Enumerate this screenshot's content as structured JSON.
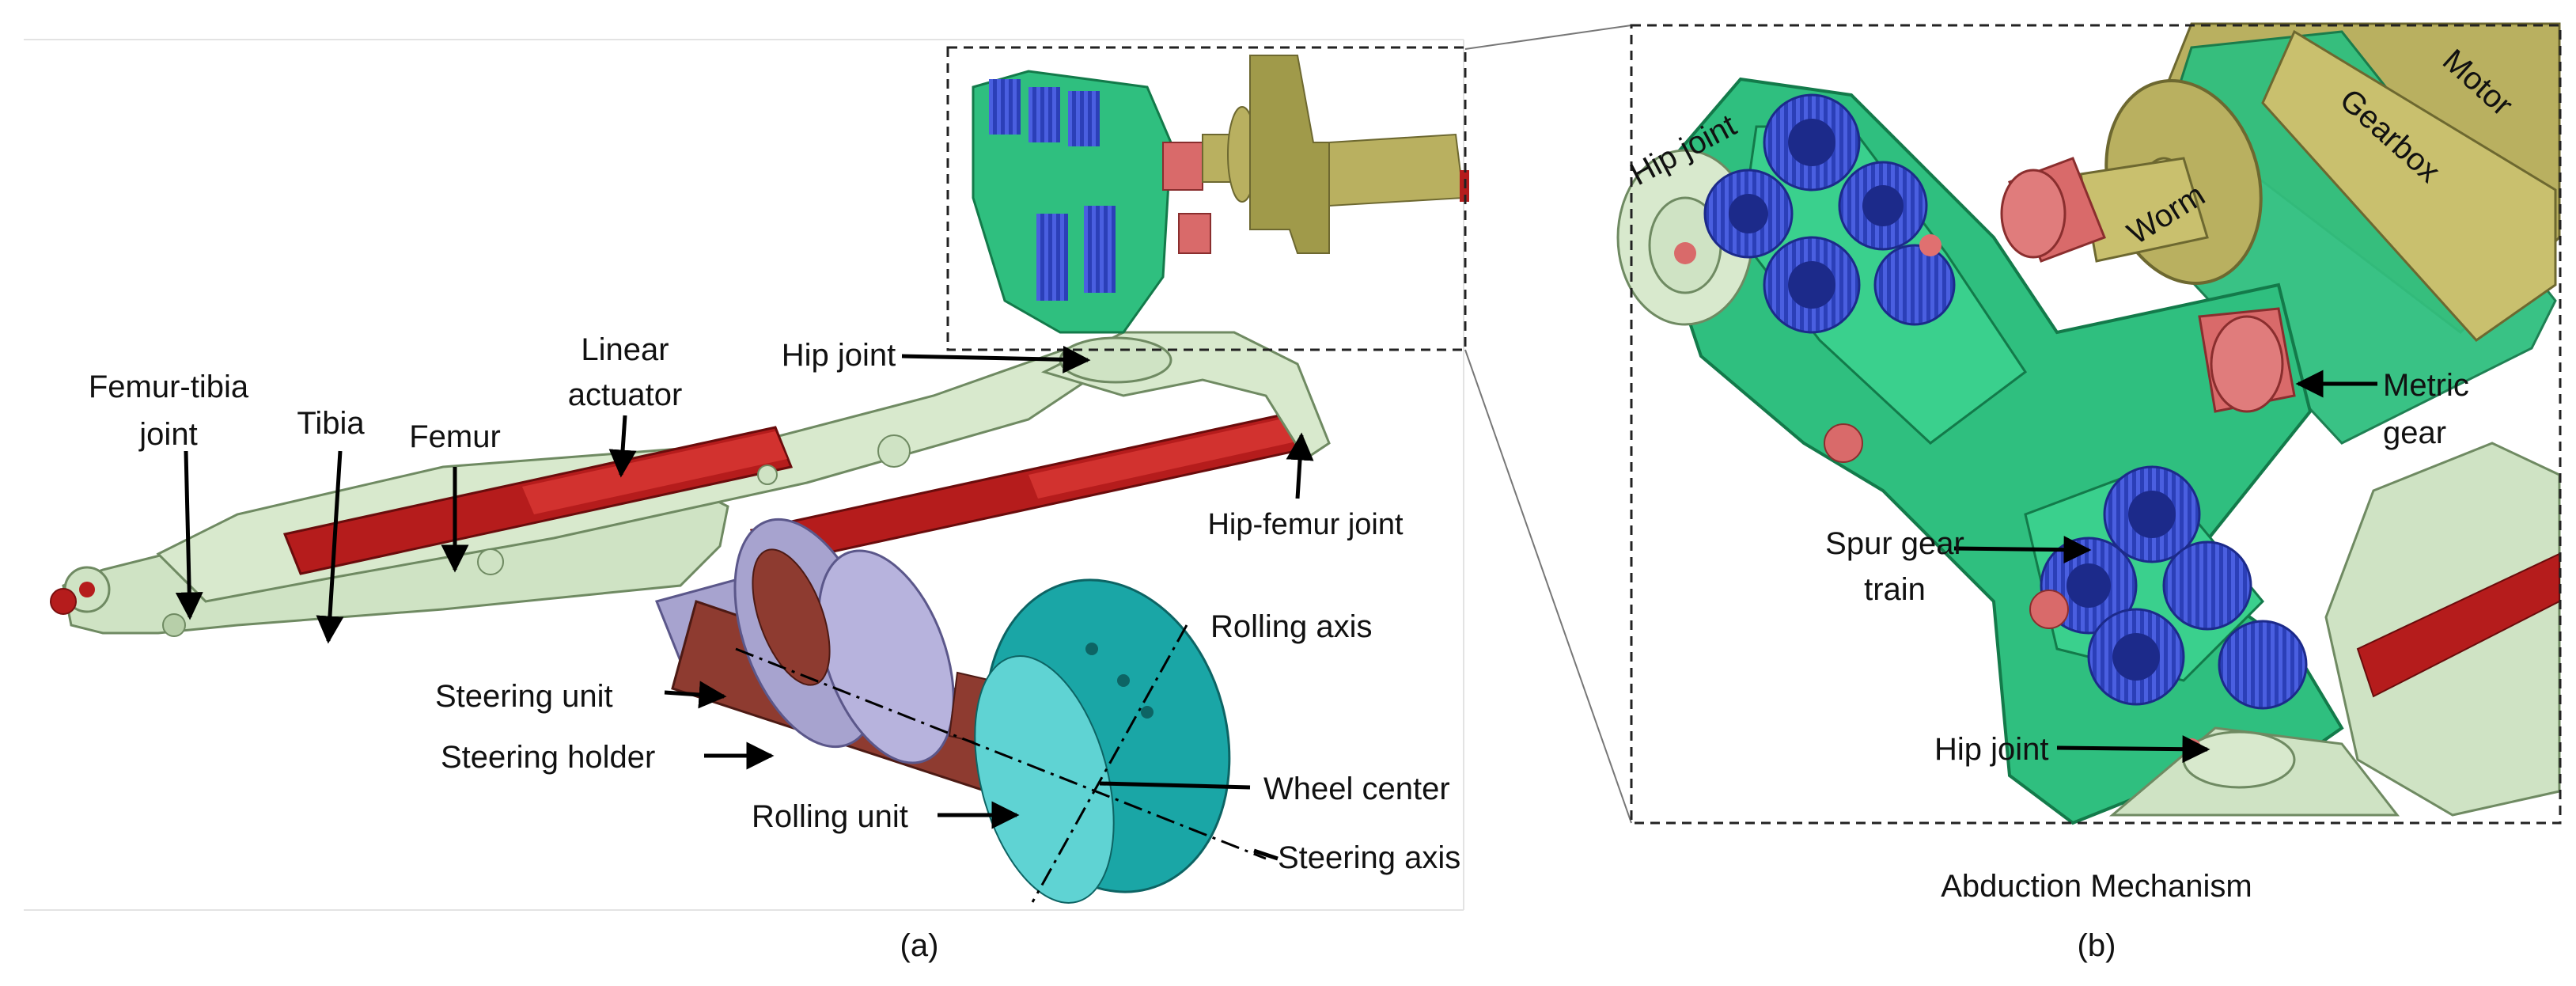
{
  "panel_a": {
    "caption": "(a)",
    "labels": {
      "femur_tibia_joint_line1": "Femur-tibia",
      "femur_tibia_joint_line2": "joint",
      "tibia": "Tibia",
      "femur": "Femur",
      "linear_actuator_line1": "Linear",
      "linear_actuator_line2": "actuator",
      "hip_joint": "Hip joint",
      "hip_femur_joint": "Hip-femur joint",
      "rolling_axis": "Rolling axis",
      "steering_unit": "Steering unit",
      "steering_holder": "Steering holder",
      "wheel_center": "Wheel center",
      "rolling_unit": "Rolling unit",
      "steering_axis": "Steering axis"
    }
  },
  "panel_b": {
    "caption": "(b)",
    "title": "Abduction Mechanism",
    "labels": {
      "hip_joint_top": "Hip joint",
      "worm": "Worm",
      "gearbox": "Gearbox",
      "motor": "Motor",
      "metric_gear_line1": "Metric",
      "metric_gear_line2": "gear",
      "spur_gear_train_line1": "Spur gear",
      "spur_gear_train_line2": "train",
      "hip_joint_bottom": "Hip joint"
    }
  },
  "colors": {
    "leg_green": "#cfe3c4",
    "leg_outline": "#6f8a62",
    "actuator_red": "#b51c1c",
    "mech_green": "#2fbf7f",
    "gear_blue": "#2b3fb8",
    "pink": "#d96a6a",
    "olive": "#b9b060",
    "steer_purple": "#a7a3cf",
    "steer_brown": "#8e3b30",
    "wheel_teal": "#1aa6a6"
  }
}
